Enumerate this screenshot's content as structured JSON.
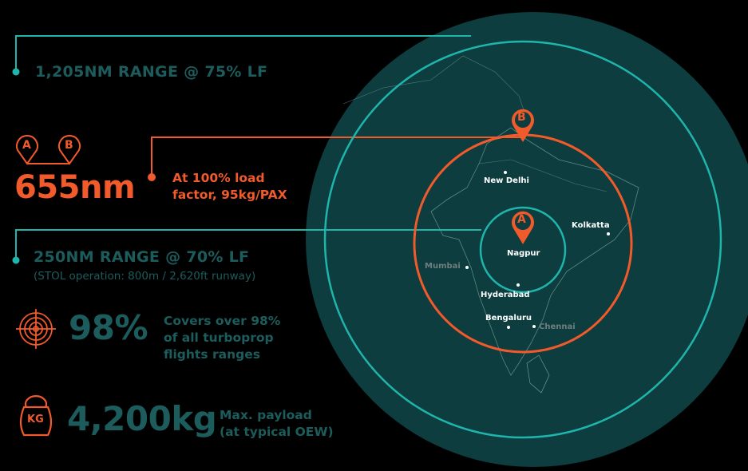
{
  "colors": {
    "orange": "#f15a2b",
    "teal": "#1fb5ac",
    "globe": "#0d3d3e",
    "text_teal": "#1d5c5c"
  },
  "range_long": {
    "label": "1,205NM RANGE @ 75% LF"
  },
  "route": {
    "pin_a": "A",
    "pin_b": "B",
    "distance": "655nm",
    "note_line1": "At 100% load",
    "note_line2": "factor, 95kg/PAX"
  },
  "range_short": {
    "label": "250NM RANGE @ 70% LF",
    "sub": "(STOL operation: 800m / 2,620ft runway)"
  },
  "coverage": {
    "icon": "radar-icon",
    "value": "98%",
    "line1": "Covers over 98%",
    "line2": "of all turboprop",
    "line3": "flights ranges"
  },
  "payload": {
    "icon": "kettlebell-icon",
    "icon_text": "KG",
    "value": "4,200kg",
    "line1": "Max. payload",
    "line2": "(at typical OEW)"
  },
  "map": {
    "pin_b": "B",
    "pin_a": "A",
    "cities": {
      "new_delhi": "New Delhi",
      "kolkata": "Kolkatta",
      "nagpur": "Nagpur",
      "mumbai": "Mumbai",
      "hyderabad": "Hyderabad",
      "bengaluru": "Bengaluru",
      "chennai": "Chennai"
    }
  }
}
